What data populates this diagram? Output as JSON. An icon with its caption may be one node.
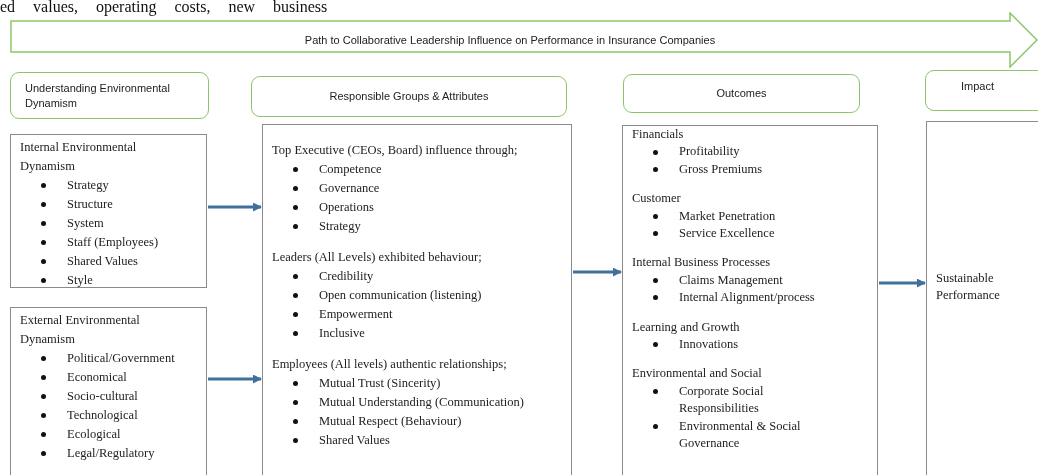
{
  "diagram": {
    "nodes": [
      {
        "text": [
          "Path to Collaborative Leadership Influence on Performance in Insurance Companies"
        ]
      },
      {
        "text": [
          "Understanding Environmental Dynamism"
        ]
      },
      {
        "text": [
          "Responsible Groups & Attributes"
        ]
      },
      {
        "text": [
          "Outcomes"
        ]
      },
      {
        "text": [
          "Impact"
        ]
      },
      {
        "text": [
          "Internal Environmental Dynamism",
          "Strategy",
          "Structure",
          "System",
          "Staff (Employees)",
          "Shared Values",
          "Style"
        ]
      },
      {
        "text": [
          "External Environmental Dynamism",
          "Political/Government",
          "Economical",
          "Socio-cultural",
          "Technological",
          "Ecological",
          "Legal/Regulatory"
        ]
      },
      {
        "text": [
          "Top Executive (CEOs, Board) influence through;",
          "Competence",
          "Governance",
          "Operations",
          "Strategy",
          "Leaders (All Levels) exhibited behaviour;",
          "Credibility",
          "Open communication (listening)",
          "Empowerment",
          "Inclusive",
          "Employees (All levels) authentic relationships;",
          "Mutual Trust (Sincerity)",
          "Mutual Understanding (Communication)",
          "Mutual Respect (Behaviour)",
          "Shared Values"
        ]
      },
      {
        "text": [
          "Financials",
          "Profitability",
          "Gross Premiums",
          "Customer",
          "Market Penetration",
          "Service Excellence",
          "Internal Business Processes",
          "Claims Management",
          "Internal Alignment/process",
          "Learning and Growth",
          "Innovations",
          "Environmental and Social",
          "Corporate Social Responsibilities",
          "Environmental & Social Governance"
        ]
      },
      {
        "text": [
          "Sustainable Performance"
        ]
      }
    ],
    "edges": [
      {
        "from": 5,
        "to": 7,
        "arrow": "to"
      },
      {
        "from": 6,
        "to": 7,
        "arrow": "to"
      },
      {
        "from": 7,
        "to": 8,
        "arrow": "to"
      },
      {
        "from": 8,
        "to": 9,
        "arrow": "to"
      }
    ],
    "labels": [
      "ed values, operating costs, new business"
    ]
  }
}
